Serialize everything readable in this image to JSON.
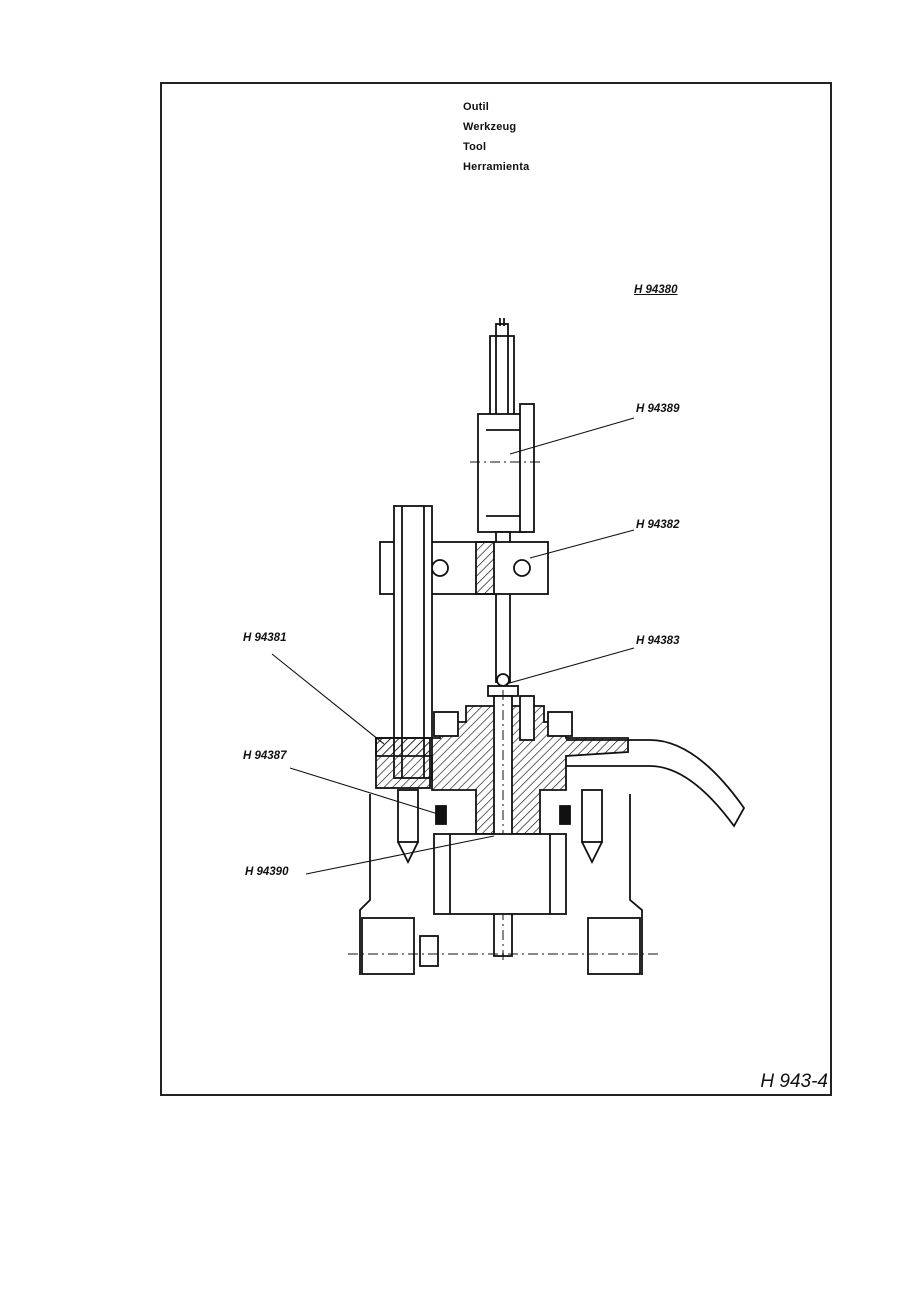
{
  "header": {
    "lines": [
      "Outil",
      "Werkzeug",
      "Tool",
      "Herramienta"
    ]
  },
  "labels": {
    "tool_ref": "H 94380",
    "part_a": "H 94389",
    "part_b": "H 94382",
    "part_c": "H 94383",
    "part_d": "H 94381",
    "part_e": "H 94387",
    "part_f": "H 94390"
  },
  "figure_code": "H 943-4"
}
